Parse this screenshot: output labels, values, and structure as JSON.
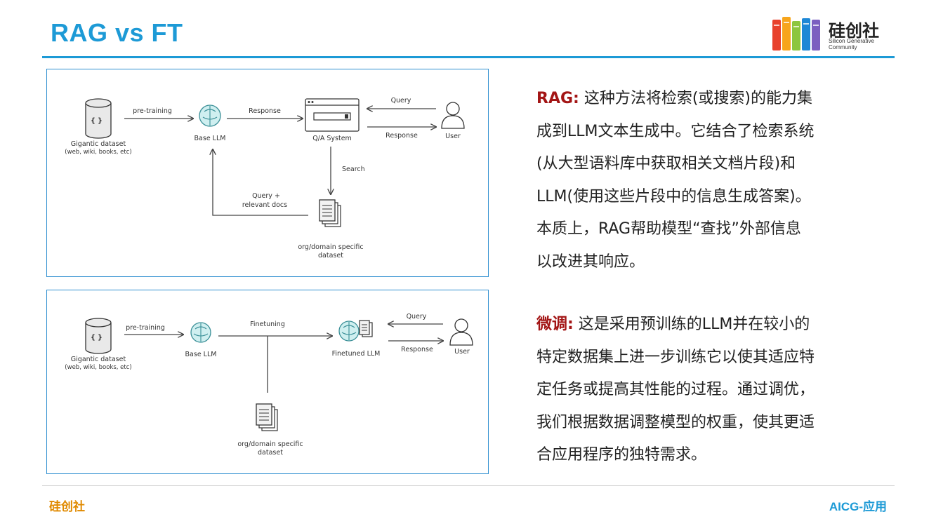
{
  "header": {
    "title": "RAG vs FT",
    "logo_name": "硅创社",
    "logo_sub": "Silicon Generative Community",
    "logo_colors": [
      "#e8412c",
      "#f7a51c",
      "#8dc63f",
      "#1e88d6",
      "#7b5fc0"
    ]
  },
  "rag_diagram": {
    "dataset_label": "Gigantic dataset",
    "dataset_sub": "(web, wiki, books, etc)",
    "pretraining": "pre-training",
    "base_llm": "Base LLM",
    "response": "Response",
    "qa_system": "Q/A System",
    "query": "Query",
    "response2": "Response",
    "user": "User",
    "search": "Search",
    "query_docs_1": "Query +",
    "query_docs_2": "relevant docs",
    "org_dataset_1": "org/domain specific",
    "org_dataset_2": "dataset",
    "braces": "{ }"
  },
  "ft_diagram": {
    "dataset_label": "Gigantic dataset",
    "dataset_sub": "(web, wiki, books, etc)",
    "pretraining": "pre-training",
    "base_llm": "Base LLM",
    "finetuning": "Finetuning",
    "finetuned_llm": "Finetuned LLM",
    "query": "Query",
    "response": "Response",
    "user": "User",
    "org_dataset_1": "org/domain specific",
    "org_dataset_2": "dataset",
    "braces": "{ }"
  },
  "rag_text": {
    "label": "RAG:",
    "lines": [
      " 这种方法将检索(或搜索)的能力集",
      "成到LLM文本生成中。它结合了检索系统",
      "(从大型语料库中获取相关文档片段)和",
      "LLM(使用这些片段中的信息生成答案)。",
      "本质上，RAG帮助模型“查找”外部信息",
      "以改进其响应。"
    ]
  },
  "ft_text": {
    "label": "微调:",
    "lines": [
      " 这是采用预训练的LLM并在较小的",
      "特定数据集上进一步训练它以使其适应特",
      "定任务或提高其性能的过程。通过调优，",
      "我们根据数据调整模型的权重，使其更适",
      "合应用程序的独特需求。"
    ]
  },
  "footer": {
    "left": "硅创社",
    "right": "AICG-应用"
  }
}
